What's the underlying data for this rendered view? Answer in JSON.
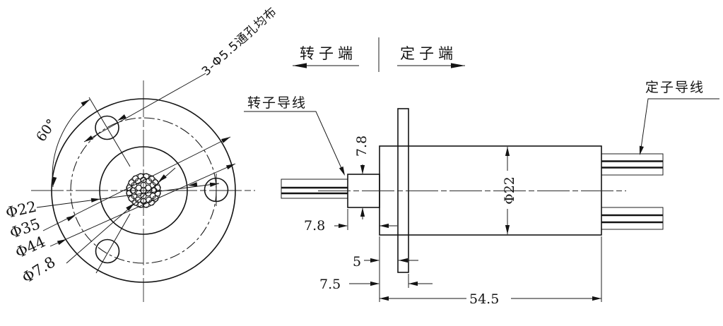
{
  "drawing": {
    "type": "slip-ring engineering drawing, front view and side section view"
  },
  "front": {
    "angle": "60°",
    "holes_note": "3-Φ5.5通孔均布",
    "dia_inner": "Φ22",
    "dia_bolt": "Φ35",
    "dia_outer": "Φ44",
    "dia_bundle": "Φ7.8"
  },
  "side": {
    "rotor_end": "转子端",
    "stator_end": "定子端",
    "rotor_wire": "转子导线",
    "stator_wire": "定子导线",
    "hub_od": "7.8",
    "hub_len": "7.8",
    "step_len": "5",
    "flange_offset": "7.5",
    "body_len": "54.5",
    "body_od": "Φ22"
  }
}
